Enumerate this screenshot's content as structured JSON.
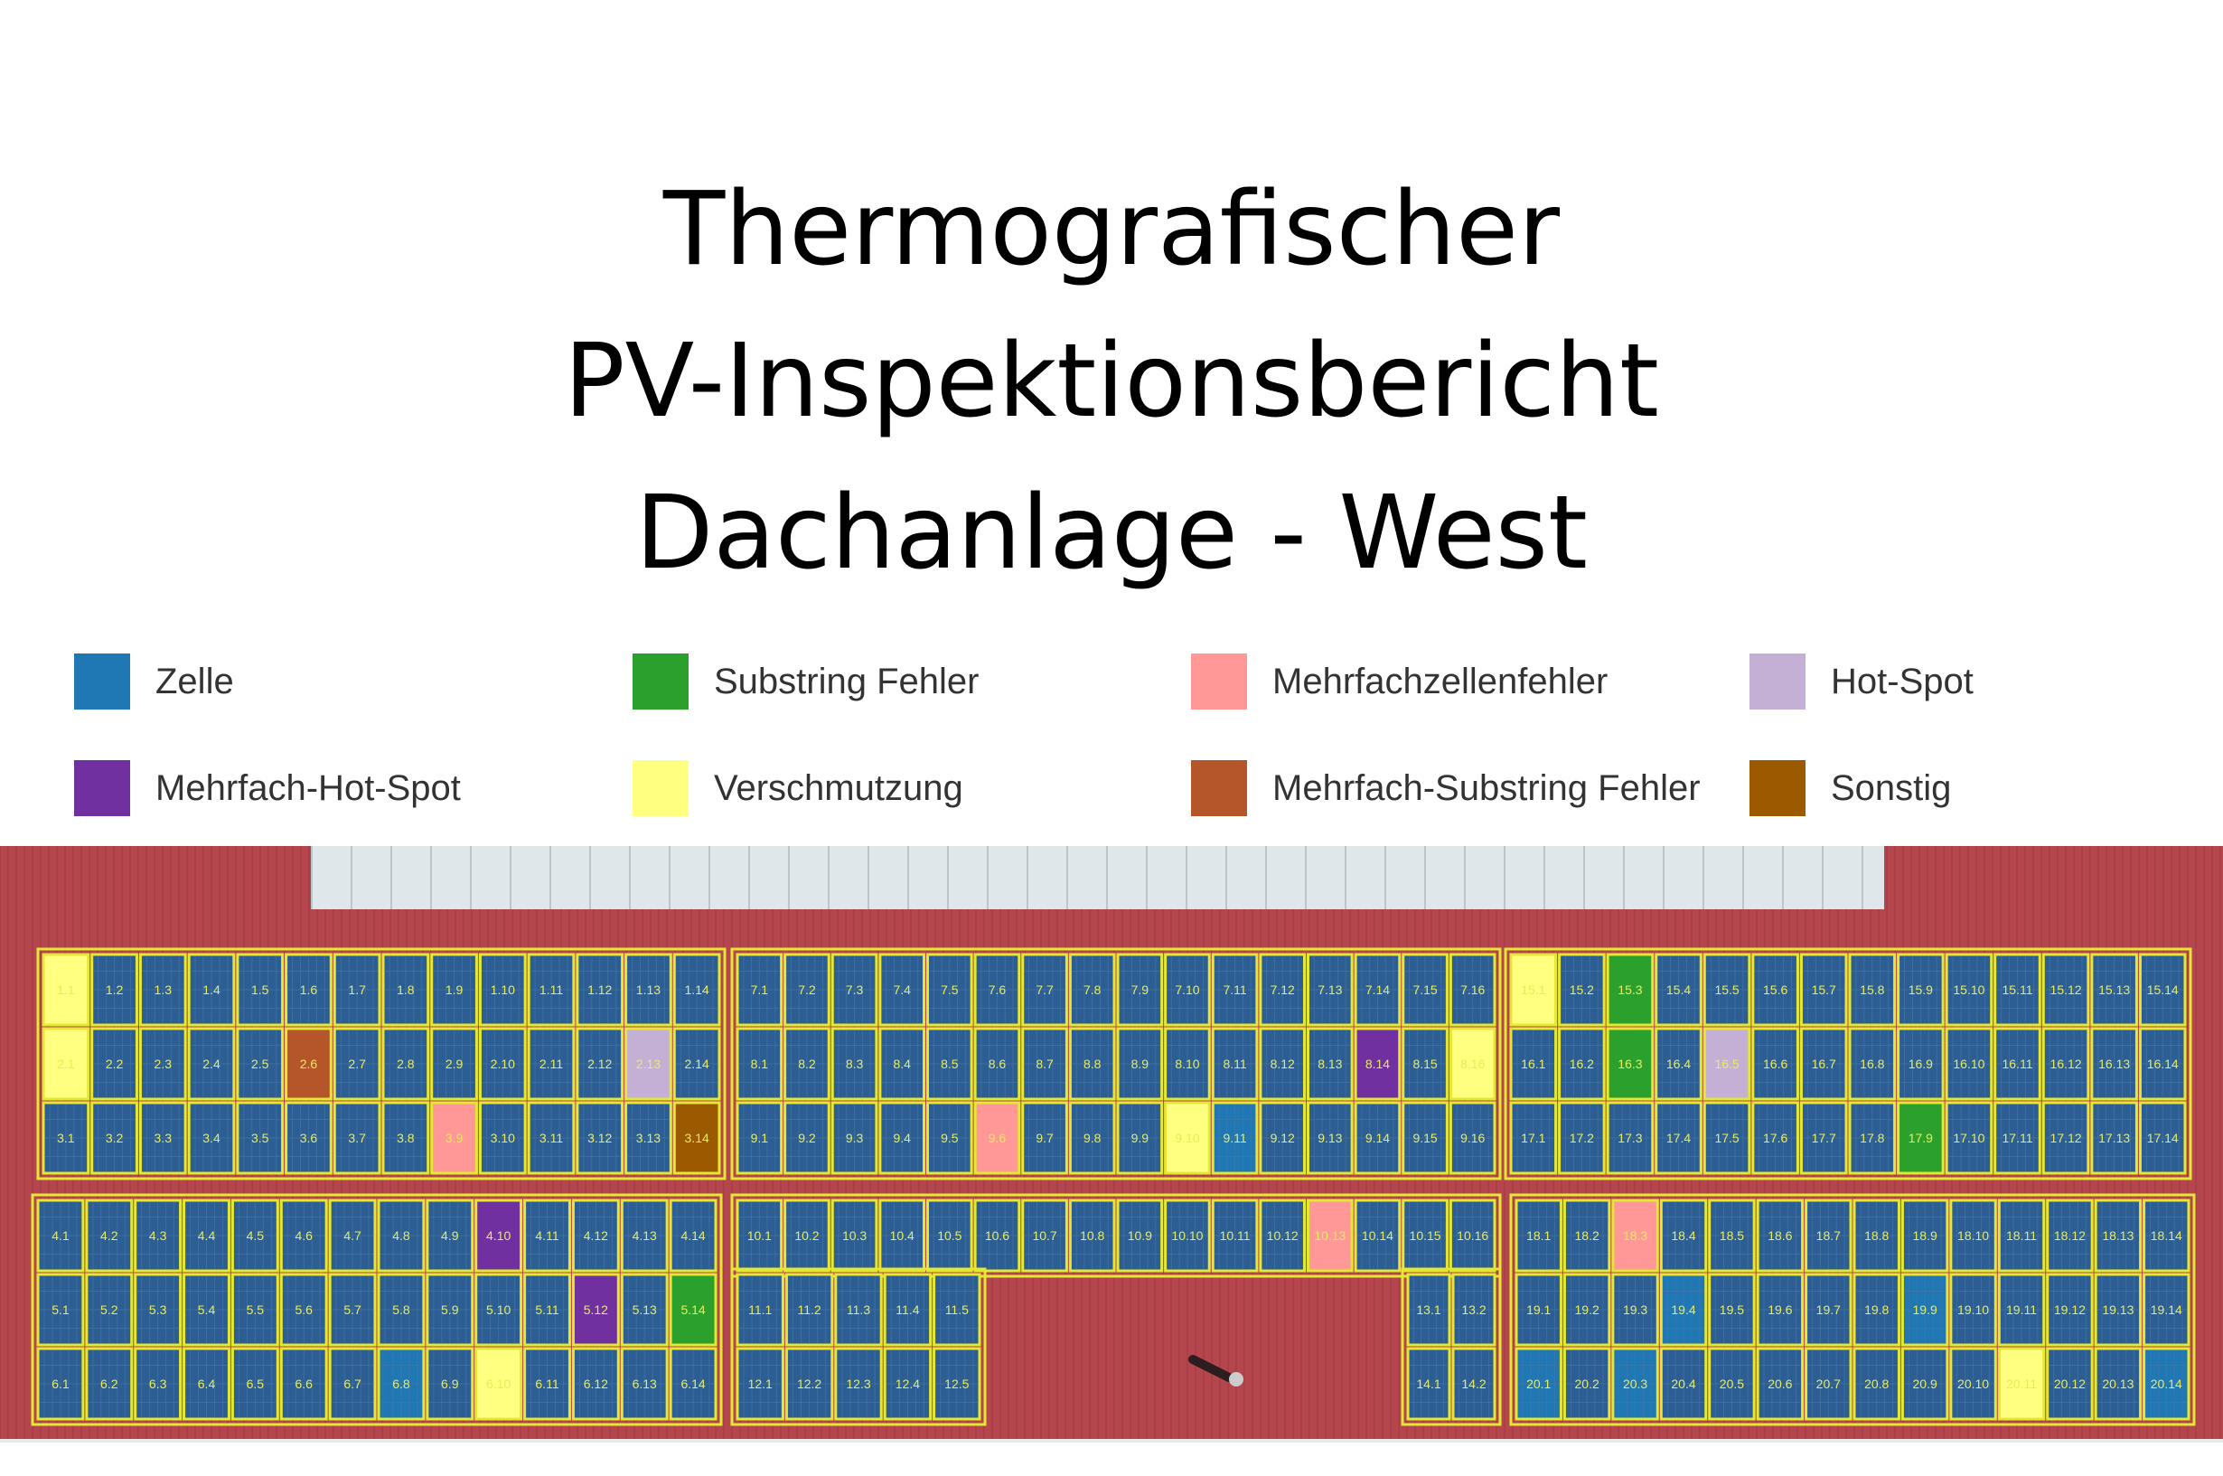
{
  "title": {
    "line1": "Thermografischer",
    "line2": "PV-Inspektionsbericht",
    "line3": "Dachanlage - West"
  },
  "legend": [
    {
      "key": "zelle",
      "label": "Zelle",
      "color": "#1f77b4"
    },
    {
      "key": "substring",
      "label": "Substring Fehler",
      "color": "#2ca02c"
    },
    {
      "key": "mehrfachzellen",
      "label": "Mehrfachzellenfehler",
      "color": "#ff9896"
    },
    {
      "key": "hotspot",
      "label": "Hot-Spot",
      "color": "#c5b0d5"
    },
    {
      "key": "mehrfach_hotspot",
      "label": "Mehrfach-Hot-Spot",
      "color": "#7030a0"
    },
    {
      "key": "verschmutzung",
      "label": "Verschmutzung",
      "color": "#ffff80"
    },
    {
      "key": "mehrfach_substring",
      "label": "Mehrfach-Substring Fehler",
      "color": "#b5562a"
    },
    {
      "key": "sonstig",
      "label": "Sonstig",
      "color": "#9c5a00"
    }
  ],
  "colors": {
    "roof": "#b5464d",
    "module": "#2c5e93",
    "module_frame": "#e4e832",
    "module_label": "#e8ec5a",
    "skylight": "#dfe7ea"
  },
  "rows": [
    {
      "id": 1,
      "count": 14,
      "defects": {
        "1": "verschmutzung"
      }
    },
    {
      "id": 2,
      "count": 14,
      "defects": {
        "1": "verschmutzung",
        "6": "mehrfach_substring",
        "13": "hotspot"
      }
    },
    {
      "id": 3,
      "count": 14,
      "defects": {
        "9": "mehrfachzellen",
        "14": "sonstig"
      }
    },
    {
      "id": 4,
      "count": 14,
      "defects": {
        "10": "mehrfach_hotspot"
      }
    },
    {
      "id": 5,
      "count": 14,
      "defects": {
        "12": "mehrfach_hotspot",
        "14": "substring"
      }
    },
    {
      "id": 6,
      "count": 14,
      "defects": {
        "8": "zelle",
        "10": "verschmutzung"
      }
    },
    {
      "id": 7,
      "count": 16,
      "defects": {}
    },
    {
      "id": 8,
      "count": 16,
      "defects": {
        "14": "mehrfach_hotspot",
        "16": "verschmutzung"
      }
    },
    {
      "id": 9,
      "count": 16,
      "defects": {
        "6": "mehrfachzellen",
        "10": "verschmutzung",
        "11": "zelle"
      }
    },
    {
      "id": 10,
      "count": 16,
      "defects": {
        "13": "mehrfachzellen"
      }
    },
    {
      "id": 11,
      "count": 5,
      "defects": {}
    },
    {
      "id": 12,
      "count": 5,
      "defects": {}
    },
    {
      "id": 13,
      "count": 2,
      "defects": {}
    },
    {
      "id": 14,
      "count": 2,
      "defects": {}
    },
    {
      "id": 15,
      "count": 14,
      "defects": {
        "1": "verschmutzung",
        "3": "substring"
      }
    },
    {
      "id": 16,
      "count": 14,
      "defects": {
        "3": "substring",
        "5": "hotspot"
      }
    },
    {
      "id": 17,
      "count": 14,
      "defects": {
        "9": "substring"
      }
    },
    {
      "id": 18,
      "count": 14,
      "defects": {
        "3": "mehrfachzellen"
      }
    },
    {
      "id": 19,
      "count": 14,
      "defects": {
        "4": "zelle",
        "9": "zelle"
      }
    },
    {
      "id": 20,
      "count": 14,
      "defects": {
        "1": "zelle",
        "3": "zelle",
        "11": "verschmutzung",
        "14": "zelle"
      }
    }
  ]
}
